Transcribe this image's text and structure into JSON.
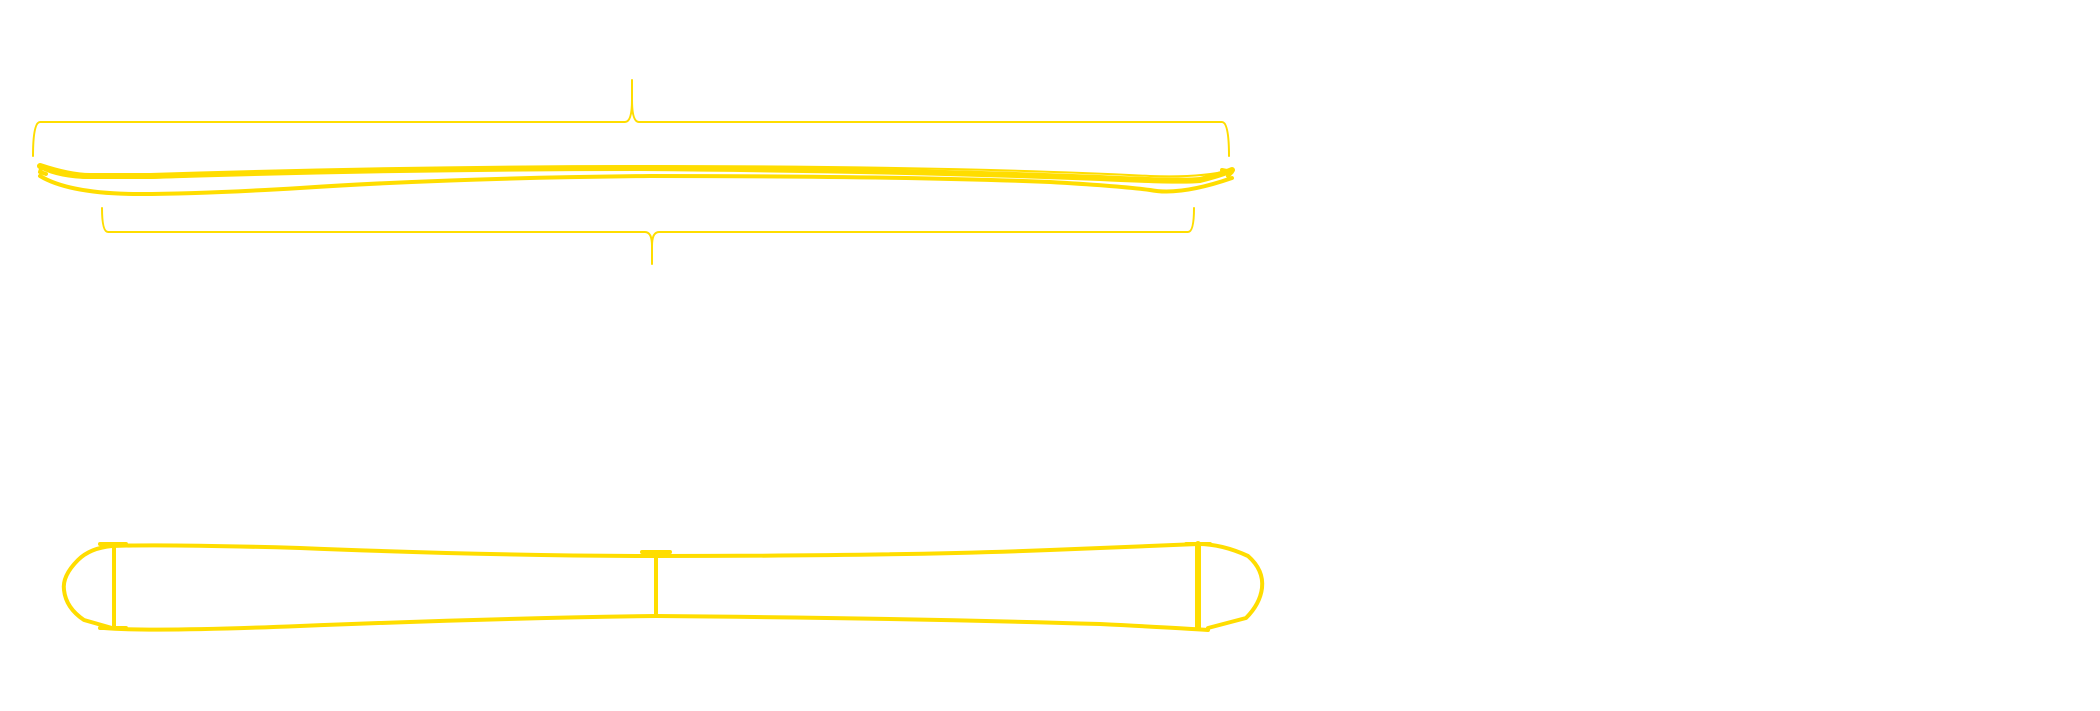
{
  "diagram": {
    "background_color": "#ffffff",
    "stroke_color": "#ffdd00",
    "views": [
      {
        "id": "side-profile",
        "labels": []
      },
      {
        "id": "top-outline",
        "labels": []
      }
    ],
    "dimension_brackets": [
      {
        "id": "overall-length",
        "label": ""
      },
      {
        "id": "effective-edge",
        "label": ""
      }
    ]
  }
}
